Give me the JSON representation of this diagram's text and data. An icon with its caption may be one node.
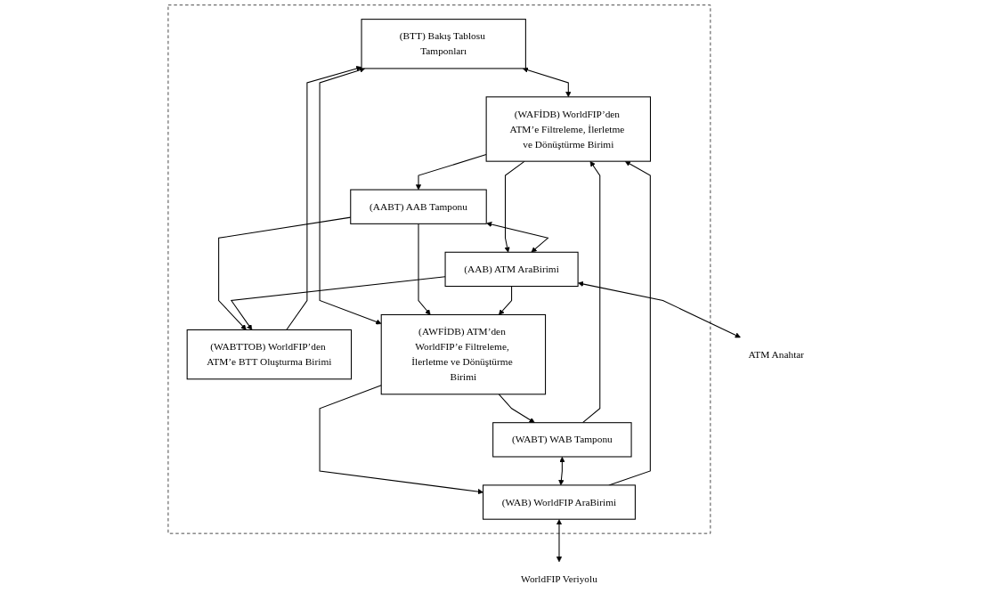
{
  "diagram": {
    "nodes": [
      {
        "text": [],
        "shape": "box"
      },
      {
        "text": [
          "(BTT) Bakış Tablosu Tamponları"
        ],
        "in": 0
      },
      {
        "text": [
          "(WABTTOB) WorldFIP’den ATM’e BTT Oluşturma Birimi"
        ],
        "in": 0
      },
      {
        "text": [
          "(WAFİDB) WorldFIP’den ATM’e Filtreleme, İlerletme ve Dönüştürme Birimi"
        ],
        "in": 0
      },
      {
        "text": [
          "(AWFİDB) ATM’den WorldFIP’e Filtreleme, İlerletme ve Dönüştürme Birimi"
        ],
        "in": 0
      },
      {
        "text": [
          "(WABT) WAB Tamponu"
        ],
        "in": 0
      },
      {
        "text": [
          "(AABT) AAB Tamponu"
        ],
        "in": 0
      },
      {
        "text": [
          "(WAB) WorldFIP AraBirimi"
        ],
        "in": 0
      },
      {
        "text": [
          "(AAB) ATM AraBirimi"
        ],
        "in": 0
      },
      {
        "text": [
          "WorldFIP Veriyolu"
        ]
      },
      {
        "text": [
          "ATM Anahtar"
        ]
      }
    ],
    "edges": [
      {
        "from": 2,
        "to": 1,
        "arrow": "to"
      },
      {
        "from": 1,
        "to": 3,
        "arrow": "both"
      },
      {
        "from": 1,
        "to": 4,
        "arrow": "both"
      },
      {
        "from": 3,
        "to": 6,
        "arrow": "to"
      },
      {
        "from": 3,
        "to": 8,
        "arrow": "to"
      },
      {
        "from": 4,
        "to": 5,
        "arrow": "to"
      },
      {
        "from": 4,
        "to": 7,
        "arrow": "to"
      },
      {
        "from": 5,
        "to": 3,
        "arrow": "to"
      },
      {
        "from": 7,
        "to": 3,
        "arrow": "to"
      },
      {
        "from": 5,
        "to": 7,
        "arrow": "both"
      },
      {
        "from": 6,
        "to": 4,
        "arrow": "to"
      },
      {
        "from": 8,
        "to": 4,
        "arrow": "to"
      },
      {
        "from": 6,
        "to": 2,
        "arrow": "to"
      },
      {
        "from": 8,
        "to": 2,
        "arrow": "to"
      },
      {
        "from": 6,
        "to": 8,
        "arrow": "both"
      },
      {
        "from": 7,
        "to": 9,
        "arrow": "both"
      },
      {
        "from": 8,
        "to": 10,
        "arrow": "both"
      }
    ]
  }
}
